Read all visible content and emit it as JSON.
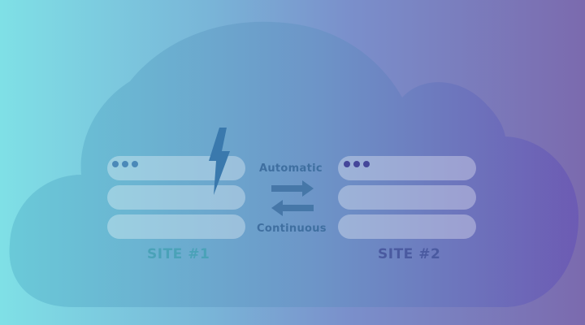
{
  "sync": {
    "top_label": "Automatic",
    "bottom_label": "Continuous"
  },
  "sites": [
    {
      "label": "SITE #1",
      "label_color": "#4aa2b8",
      "bar_count": 3,
      "has_lightning": true
    },
    {
      "label": "SITE #2",
      "label_color": "#4a5aa0",
      "bar_count": 3,
      "has_lightning": false
    }
  ],
  "colors": {
    "gradient_left": "#7fe0e6",
    "gradient_right": "#7b6aae",
    "cloud_left": "#66c6d6",
    "cloud_right": "#6a58b4",
    "bar_fill": "#ffffff",
    "window_dots_site1": "#4b89b8",
    "window_dots_site2": "#45479a",
    "arrows": "#4677a8",
    "lightning": "#3a79ad",
    "sync_text": "#3f6fa0"
  },
  "icons": {
    "lightning": "lightning-bolt-icon",
    "arrow_right": "arrow-right-icon",
    "arrow_left": "arrow-left-icon",
    "cloud": "cloud-shape",
    "window_dots": "window-dots-icon"
  }
}
